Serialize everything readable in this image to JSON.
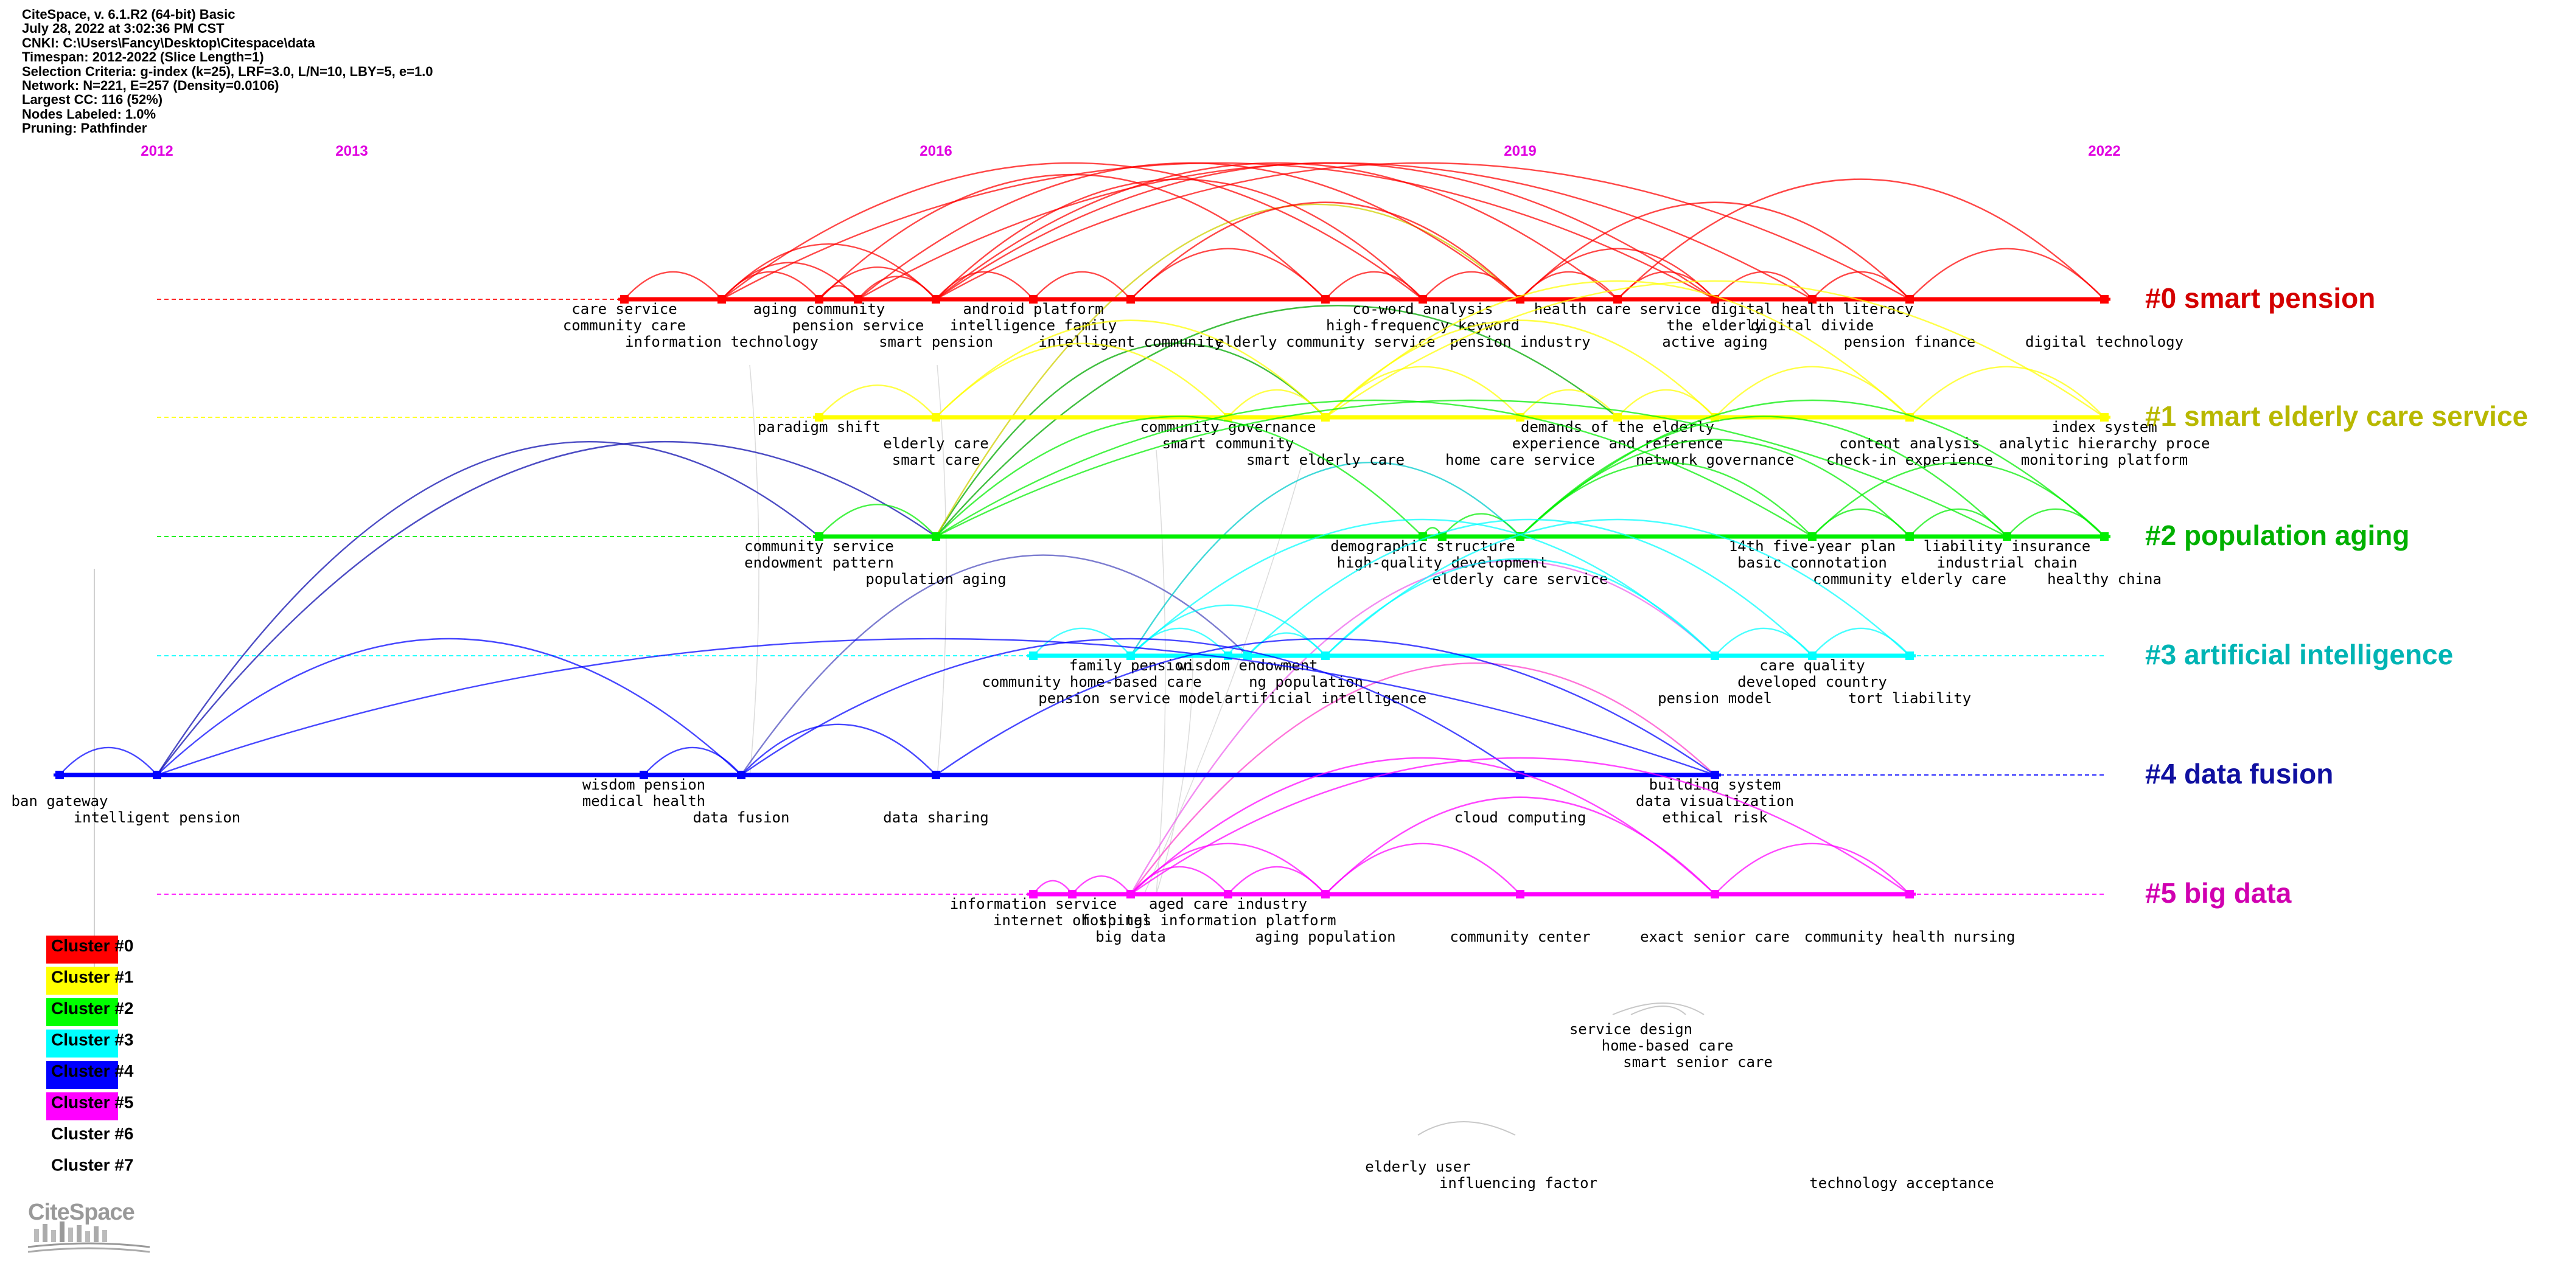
{
  "header": {
    "lines": [
      "CiteSpace, v. 6.1.R2 (64-bit) Basic",
      "July 28, 2022 at 3:02:36 PM CST",
      "CNKI: C:\\Users\\Fancy\\Desktop\\Citespace\\data",
      "Timespan: 2012-2022 (Slice Length=1)",
      "Selection Criteria: g-index (k=25), LRF=3.0, L/N=10, LBY=5, e=1.0",
      "Network: N=221, E=257 (Density=0.0106)",
      "Largest CC: 116 (52%)",
      "Nodes Labeled: 1.0%",
      "Pruning: Pathfinder"
    ]
  },
  "timeline": {
    "start_year": 2012,
    "end_year": 2022,
    "year_labels": [
      "2012",
      "2013",
      "2016",
      "2019",
      "2022"
    ],
    "year_color": "#e000e0"
  },
  "clusters": [
    {
      "label": "#0 smart pension",
      "color": "#ff0000",
      "label_color": "#d40000",
      "range": [
        2014.4,
        2022
      ],
      "nodes": [
        2014.4,
        2014.9,
        2015.4,
        2015.6,
        2016.0,
        2016.5,
        2017.0,
        2018.0,
        2018.5,
        2019.0,
        2019.5,
        2020.0,
        2020.5,
        2021.0,
        2022.0
      ],
      "labels": [
        {
          "year": 2014.4,
          "row": 0,
          "text": "care service"
        },
        {
          "year": 2014.4,
          "row": 1,
          "text": "community care"
        },
        {
          "year": 2014.9,
          "row": 2,
          "text": "information technology"
        },
        {
          "year": 2015.4,
          "row": 0,
          "text": "aging community"
        },
        {
          "year": 2015.6,
          "row": 1,
          "text": "pension service"
        },
        {
          "year": 2016.0,
          "row": 2,
          "text": "smart pension"
        },
        {
          "year": 2016.5,
          "row": 0,
          "text": "android platform"
        },
        {
          "year": 2016.5,
          "row": 1,
          "text": "intelligence family"
        },
        {
          "year": 2017.0,
          "row": 2,
          "text": "intelligent community"
        },
        {
          "year": 2018.0,
          "row": 2,
          "text": "elderly community service"
        },
        {
          "year": 2018.5,
          "row": 0,
          "text": "co-word analysis"
        },
        {
          "year": 2018.5,
          "row": 1,
          "text": "high-frequency keyword"
        },
        {
          "year": 2019.0,
          "row": 2,
          "text": "pension industry"
        },
        {
          "year": 2019.5,
          "row": 0,
          "text": "health care service"
        },
        {
          "year": 2020.5,
          "row": 0,
          "text": "digital health literacy"
        },
        {
          "year": 2020.0,
          "row": 1,
          "text": "the elderly"
        },
        {
          "year": 2020.5,
          "row": 1,
          "text": "digital divide"
        },
        {
          "year": 2020.0,
          "row": 2,
          "text": "active aging"
        },
        {
          "year": 2021.0,
          "row": 2,
          "text": "pension finance"
        },
        {
          "year": 2022.0,
          "row": 2,
          "text": "digital technology"
        }
      ],
      "arcs": [
        [
          2014.4,
          2014.9
        ],
        [
          2014.9,
          2015.4
        ],
        [
          2014.9,
          2015.6
        ],
        [
          2014.9,
          2016.0
        ],
        [
          2015.4,
          2016.0
        ],
        [
          2015.4,
          2015.6
        ],
        [
          2015.6,
          2016.0
        ],
        [
          2014.9,
          2018.5
        ],
        [
          2014.9,
          2020.0
        ],
        [
          2015.6,
          2019.0
        ],
        [
          2015.6,
          2020.5
        ],
        [
          2016.0,
          2018.5
        ],
        [
          2016.0,
          2019.5
        ],
        [
          2016.0,
          2020.0
        ],
        [
          2016.0,
          2021.0
        ],
        [
          2015.4,
          2018.0
        ],
        [
          2016.0,
          2016.5
        ],
        [
          2016.5,
          2017.0
        ],
        [
          2017.0,
          2018.0
        ],
        [
          2018.0,
          2018.5
        ],
        [
          2018.5,
          2019.0
        ],
        [
          2019.0,
          2019.5
        ],
        [
          2019.5,
          2020.0
        ],
        [
          2020.0,
          2020.5
        ],
        [
          2020.5,
          2021.0
        ],
        [
          2019.0,
          2021.0
        ],
        [
          2019.0,
          2020.0
        ],
        [
          2021.0,
          2022.0
        ],
        [
          2019.5,
          2022.0
        ],
        [
          2017.0,
          2019.0
        ]
      ]
    },
    {
      "label": "#1 smart elderly care service",
      "color": "#ffff00",
      "label_color": "#b8b800",
      "range": [
        2015.4,
        2022
      ],
      "nodes": [
        2015.4,
        2016.0,
        2017.5,
        2018.0,
        2019.0,
        2019.5,
        2020.0,
        2021.0,
        2022.0
      ],
      "labels": [
        {
          "year": 2015.4,
          "row": 0,
          "text": "paradigm shift"
        },
        {
          "year": 2016.0,
          "row": 1,
          "text": "elderly care"
        },
        {
          "year": 2016.0,
          "row": 2,
          "text": "smart care"
        },
        {
          "year": 2017.5,
          "row": 0,
          "text": "community governance"
        },
        {
          "year": 2017.5,
          "row": 1,
          "text": "smart community"
        },
        {
          "year": 2018.0,
          "row": 2,
          "text": "smart elderly care"
        },
        {
          "year": 2019.5,
          "row": 0,
          "text": "demands of the elderly"
        },
        {
          "year": 2019.5,
          "row": 1,
          "text": "experience and reference"
        },
        {
          "year": 2019.0,
          "row": 2,
          "text": "home care service"
        },
        {
          "year": 2020.0,
          "row": 2,
          "text": "network governance"
        },
        {
          "year": 2022.0,
          "row": 0,
          "text": "index system"
        },
        {
          "year": 2021.0,
          "row": 1,
          "text": "content analysis"
        },
        {
          "year": 2022.0,
          "row": 1,
          "text": "analytic hierarchy proce"
        },
        {
          "year": 2021.0,
          "row": 2,
          "text": "check-in experience"
        },
        {
          "year": 2022.0,
          "row": 2,
          "text": "monitoring platform"
        }
      ],
      "arcs": [
        [
          2015.4,
          2016.0
        ],
        [
          2016.0,
          2017.5
        ],
        [
          2016.0,
          2018.0
        ],
        [
          2017.5,
          2018.0
        ],
        [
          2018.0,
          2019.0
        ],
        [
          2018.0,
          2020.0
        ],
        [
          2018.0,
          2021.0
        ],
        [
          2019.0,
          2019.5
        ],
        [
          2019.5,
          2020.0
        ],
        [
          2020.0,
          2021.0
        ],
        [
          2021.0,
          2022.0
        ],
        [
          2018.0,
          2022.0
        ]
      ]
    },
    {
      "label": "#2 population aging",
      "color": "#00ee00",
      "label_color": "#00b000",
      "range": [
        2012,
        2022
      ],
      "nodes": [
        2015.4,
        2016.0,
        2018.5,
        2018.6,
        2019.0,
        2020.5,
        2021.0,
        2021.5,
        2022.0
      ],
      "labels": [
        {
          "year": 2015.4,
          "row": 0,
          "text": "community service"
        },
        {
          "year": 2015.4,
          "row": 1,
          "text": "endowment pattern"
        },
        {
          "year": 2016.0,
          "row": 2,
          "text": "population aging"
        },
        {
          "year": 2018.5,
          "row": 0,
          "text": "demographic structure"
        },
        {
          "year": 2018.6,
          "row": 1,
          "text": "high-quality development"
        },
        {
          "year": 2019.0,
          "row": 2,
          "text": "elderly care service"
        },
        {
          "year": 2020.5,
          "row": 0,
          "text": "14th five-year plan"
        },
        {
          "year": 2020.5,
          "row": 1,
          "text": "basic connotation"
        },
        {
          "year": 2021.0,
          "row": 2,
          "text": "community elderly care"
        },
        {
          "year": 2021.5,
          "row": 0,
          "text": "liability insurance"
        },
        {
          "year": 2021.5,
          "row": 1,
          "text": "industrial chain"
        },
        {
          "year": 2022.0,
          "row": 2,
          "text": "healthy china"
        }
      ],
      "arcs": [
        [
          2015.4,
          2016.0
        ],
        [
          2016.0,
          2018.5
        ],
        [
          2016.0,
          2020.5
        ],
        [
          2016.0,
          2021.5
        ],
        [
          2018.5,
          2018.6
        ],
        [
          2018.6,
          2019.0
        ],
        [
          2019.0,
          2020.5
        ],
        [
          2019.0,
          2021.0
        ],
        [
          2019.0,
          2021.5
        ],
        [
          2020.5,
          2021.0
        ],
        [
          2021.0,
          2021.5
        ],
        [
          2021.5,
          2022.0
        ],
        [
          2020.5,
          2022.0
        ],
        [
          2019.0,
          2022.0
        ]
      ]
    },
    {
      "label": "#3 artificial intelligence",
      "color": "#00ffff",
      "label_color": "#00b4b4",
      "range": [
        2012,
        2022
      ],
      "nodes": [
        2016.5,
        2017.0,
        2017.5,
        2017.6,
        2018.0,
        2020.0,
        2020.5,
        2021.0
      ],
      "labels": [
        {
          "year": 2017.0,
          "row": 0,
          "text": "family pension"
        },
        {
          "year": 2017.6,
          "row": 0,
          "text": "wisdom endowment"
        },
        {
          "year": 2016.8,
          "row": 1,
          "text": "community home-based care"
        },
        {
          "year": 2017.9,
          "row": 1,
          "text": "ng population"
        },
        {
          "year": 2017.0,
          "row": 2,
          "text": "pension service model"
        },
        {
          "year": 2018.0,
          "row": 2,
          "text": "artificial intelligence"
        },
        {
          "year": 2020.5,
          "row": 0,
          "text": "care quality"
        },
        {
          "year": 2020.5,
          "row": 1,
          "text": "developed country"
        },
        {
          "year": 2020.0,
          "row": 2,
          "text": "pension model"
        },
        {
          "year": 2021.0,
          "row": 2,
          "text": "tort liability"
        }
      ],
      "arcs": [
        [
          2016.5,
          2017.0
        ],
        [
          2017.0,
          2017.5
        ],
        [
          2017.0,
          2018.0
        ],
        [
          2017.5,
          2017.6
        ],
        [
          2017.6,
          2018.0
        ],
        [
          2017.0,
          2020.0
        ],
        [
          2017.6,
          2020.5
        ],
        [
          2018.0,
          2020.0
        ],
        [
          2018.0,
          2021.0
        ],
        [
          2020.0,
          2020.5
        ],
        [
          2020.5,
          2021.0
        ]
      ]
    },
    {
      "label": "#4 data fusion",
      "color": "#0000ff",
      "label_color": "#1010a0",
      "range": [
        2011.5,
        2022
      ],
      "nodes": [
        2011.5,
        2012.0,
        2014.5,
        2015.0,
        2016.0,
        2019.0,
        2020.0
      ],
      "labels": [
        {
          "year": 2011.5,
          "row": 1,
          "text": "ban gateway"
        },
        {
          "year": 2012.0,
          "row": 2,
          "text": "intelligent pension"
        },
        {
          "year": 2014.5,
          "row": 0,
          "text": "wisdom pension"
        },
        {
          "year": 2014.5,
          "row": 1,
          "text": "medical health"
        },
        {
          "year": 2015.0,
          "row": 2,
          "text": "data fusion"
        },
        {
          "year": 2016.0,
          "row": 2,
          "text": "data sharing"
        },
        {
          "year": 2019.0,
          "row": 2,
          "text": "cloud computing"
        },
        {
          "year": 2020.0,
          "row": 0,
          "text": "building system"
        },
        {
          "year": 2020.0,
          "row": 1,
          "text": "data visualization"
        },
        {
          "year": 2020.0,
          "row": 2,
          "text": "ethical risk"
        }
      ],
      "arcs": [
        [
          2011.5,
          2012.0
        ],
        [
          2012.0,
          2015.0
        ],
        [
          2012.0,
          2020.0
        ],
        [
          2014.5,
          2015.0
        ],
        [
          2015.0,
          2016.0
        ],
        [
          2015.0,
          2019.0
        ],
        [
          2016.0,
          2020.0
        ]
      ]
    },
    {
      "label": "#5 big data",
      "color": "#ff00ff",
      "label_color": "#d000b0",
      "range": [
        2012,
        2022
      ],
      "nodes": [
        2016.5,
        2016.7,
        2017.0,
        2017.5,
        2018.0,
        2019.0,
        2020.0,
        2021.0
      ],
      "labels": [
        {
          "year": 2016.5,
          "row": 0,
          "text": "information service"
        },
        {
          "year": 2016.7,
          "row": 1,
          "text": "internet of things"
        },
        {
          "year": 2017.0,
          "row": 2,
          "text": "big data"
        },
        {
          "year": 2017.5,
          "row": 0,
          "text": "aged care industry"
        },
        {
          "year": 2017.4,
          "row": 1,
          "text": "hospital information platform"
        },
        {
          "year": 2018.0,
          "row": 2,
          "text": "aging population"
        },
        {
          "year": 2019.0,
          "row": 2,
          "text": "community center"
        },
        {
          "year": 2020.0,
          "row": 2,
          "text": "exact senior care"
        },
        {
          "year": 2021.0,
          "row": 2,
          "text": "community health nursing"
        }
      ],
      "arcs": [
        [
          2016.5,
          2016.7
        ],
        [
          2016.7,
          2017.0
        ],
        [
          2017.0,
          2017.5
        ],
        [
          2017.0,
          2018.0
        ],
        [
          2017.0,
          2020.0
        ],
        [
          2017.5,
          2018.0
        ],
        [
          2018.0,
          2019.0
        ],
        [
          2018.0,
          2020.0
        ],
        [
          2017.0,
          2021.0
        ],
        [
          2020.0,
          2021.0
        ]
      ]
    }
  ],
  "cross_arcs": [
    {
      "from_cluster": 4,
      "from": 2012.0,
      "to_cluster": 2,
      "to": 2015.4,
      "color": "#1010b0"
    },
    {
      "from_cluster": 4,
      "from": 2012.0,
      "to_cluster": 2,
      "to": 2016.0,
      "color": "#1010b0"
    },
    {
      "from_cluster": 4,
      "from": 2015.0,
      "to_cluster": 3,
      "to": 2017.6,
      "color": "#5050c0"
    },
    {
      "from_cluster": 2,
      "from": 2016.0,
      "to_cluster": 1,
      "to": 2018.0,
      "color": "#00aa00"
    },
    {
      "from_cluster": 2,
      "from": 2016.0,
      "to_cluster": 1,
      "to": 2019.5,
      "color": "#00aa00"
    },
    {
      "from_cluster": 2,
      "from": 2016.0,
      "to_cluster": 0,
      "to": 2019.0,
      "color": "#d0d000"
    },
    {
      "from_cluster": 3,
      "from": 2017.0,
      "to_cluster": 2,
      "to": 2019.0,
      "color": "#00cccc"
    },
    {
      "from_cluster": 5,
      "from": 2017.0,
      "to_cluster": 4,
      "to": 2020.0,
      "color": "#ff44cc"
    },
    {
      "from_cluster": 5,
      "from": 2017.0,
      "to_cluster": 3,
      "to": 2020.0,
      "color": "#ee66ee"
    }
  ],
  "extra_groups": [
    {
      "labels": [
        "service design",
        "home-based care",
        "smart senior care"
      ]
    },
    {
      "labels": [
        "elderly user",
        "influencing factor",
        "technology acceptance"
      ]
    }
  ],
  "legend": {
    "items": [
      {
        "label": "Cluster #0",
        "color": "#ff0000"
      },
      {
        "label": "Cluster #1",
        "color": "#ffff00"
      },
      {
        "label": "Cluster #2",
        "color": "#00ff00"
      },
      {
        "label": "Cluster #3",
        "color": "#00ffff"
      },
      {
        "label": "Cluster #4",
        "color": "#0000ff"
      },
      {
        "label": "Cluster #5",
        "color": "#ff00ff"
      },
      {
        "label": "Cluster #6",
        "color": "#ffffff"
      },
      {
        "label": "Cluster #7",
        "color": "#ffffff"
      }
    ]
  },
  "logo": {
    "text": "CiteSpace"
  }
}
